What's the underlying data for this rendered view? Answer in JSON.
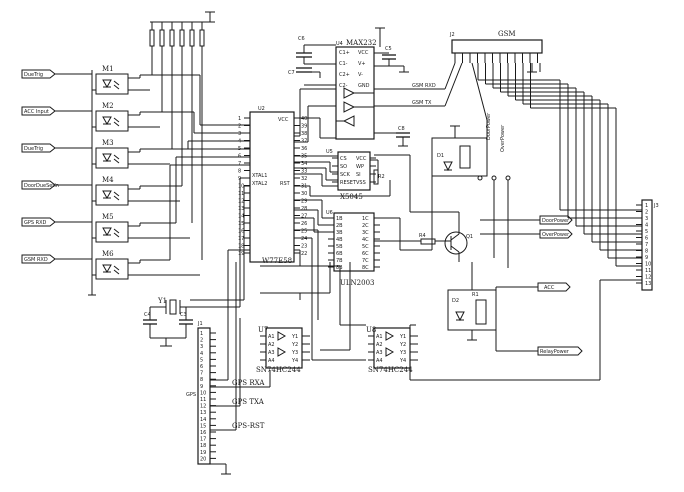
{
  "components": {
    "opto": [
      {
        "ref": "M1"
      },
      {
        "ref": "M2"
      },
      {
        "ref": "M3"
      },
      {
        "ref": "M4"
      },
      {
        "ref": "M5"
      },
      {
        "ref": "M6"
      }
    ],
    "input_tags": [
      "DueTrig",
      "ACC Input",
      "DueTrig",
      "DoorDueSetIn",
      "GPS RXD",
      "GSM RXD"
    ],
    "mcu": {
      "ref": "U2",
      "part": "W77E58",
      "pin_vcc": "VCC",
      "pin_xtal1": "XTAL1",
      "pin_xtal2": "XTAL2",
      "pin_rst": "RST"
    },
    "rs232": {
      "ref": "U4",
      "part": "MAX232",
      "pins": [
        "C1+",
        "C1-",
        "C2+",
        "C2-",
        "VCC",
        "V+",
        "V-",
        "GND"
      ]
    },
    "reset_ic": {
      "ref": "U5",
      "part": "X5045",
      "pins": [
        "CS",
        "VCC",
        "SO",
        "WP",
        "SCK",
        "SI",
        "RESET",
        "VSS"
      ]
    },
    "driver": {
      "ref": "U6",
      "part": "ULN2003"
    },
    "buffers": [
      {
        "ref": "U7",
        "part": "SN74HC244"
      },
      {
        "ref": "U8",
        "part": "SN74HC244"
      }
    ],
    "gsm_connector": {
      "ref": "J2",
      "label": "GSM"
    },
    "gps_header": {
      "ref": "J1",
      "label": "GPS"
    },
    "output_connector": {
      "ref": "J3"
    },
    "crystal": {
      "ref": "Y1"
    },
    "transistor": {
      "ref": "Q1"
    },
    "relay_coils": [
      {
        "ref": "D1"
      },
      {
        "ref": "D2"
      }
    ],
    "caps": [
      {
        "ref": "C6"
      },
      {
        "ref": "C5"
      },
      {
        "ref": "C7"
      },
      {
        "ref": "C8"
      },
      {
        "ref": "C4"
      },
      {
        "ref": "C3"
      }
    ],
    "resistors": [
      {
        "ref": "R1"
      },
      {
        "ref": "R2"
      },
      {
        "ref": "R4"
      }
    ]
  },
  "net_labels": {
    "gsm_rx": "GSM RXD",
    "gsm_tx": "GSM TX",
    "gps_rxa": "GPS RXA",
    "gps_txa": "GPS TXA",
    "gps_rst": "GPS-RST",
    "acc": "ACC",
    "relay_out": "RelayPower",
    "outputs": [
      "DoorPower",
      "OverPower"
    ]
  },
  "colors": {
    "ink": "#1a1a1a",
    "paper": "#ffffff"
  }
}
